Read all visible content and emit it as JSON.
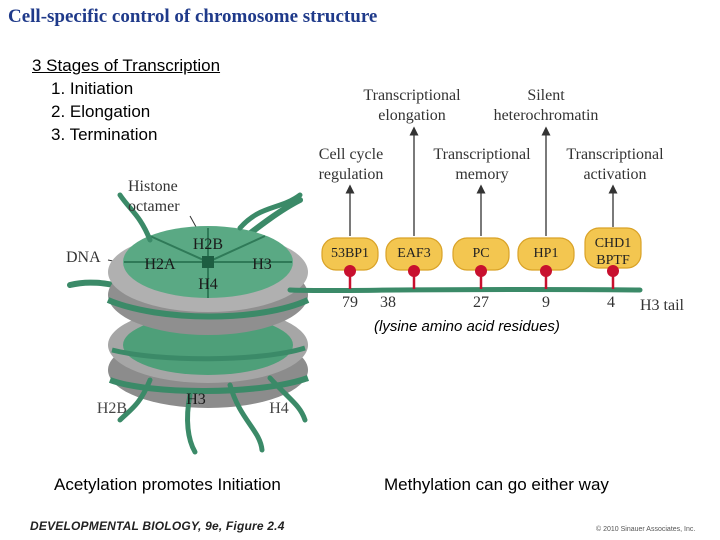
{
  "title": "Cell-specific control of chromosome structure",
  "stages": {
    "heading": "3 Stages of Transcription",
    "items": [
      "1. Initiation",
      "2. Elongation",
      "3. Termination"
    ]
  },
  "diagram": {
    "histone_octamer_label": [
      "Histone",
      "octamer"
    ],
    "dna_label": "DNA",
    "top_subunits": [
      "H2B",
      "H2A",
      "H3",
      "H4"
    ],
    "bottom_subunits": [
      "H2B",
      "H3",
      "H4"
    ],
    "tail_label": "H3 tail",
    "functions_top": [
      {
        "lines": [
          "Transcriptional",
          "elongation"
        ]
      },
      {
        "lines": [
          "Silent",
          "heterochromatin"
        ]
      }
    ],
    "functions_mid": [
      {
        "lines": [
          "Cell cycle",
          "regulation"
        ]
      },
      {
        "lines": [
          "Transcriptional",
          "memory"
        ]
      },
      {
        "lines": [
          "Transcriptional",
          "activation"
        ]
      }
    ],
    "readers": [
      {
        "label": [
          "53BP1"
        ],
        "residue": "79"
      },
      {
        "label": [
          "EAF3"
        ],
        "residue": "38"
      },
      {
        "label": [
          "PC"
        ],
        "residue": "27"
      },
      {
        "label": [
          "HP1"
        ],
        "residue": "9"
      },
      {
        "label": [
          "CHD1",
          "BPTF"
        ],
        "residue": "4"
      }
    ],
    "residue_note": "(lysine amino acid residues)"
  },
  "captions": {
    "left": "Acetylation promotes Initiation",
    "right": "Methylation can go either way"
  },
  "footer": "DEVELOPMENTAL BIOLOGY, 9e, Figure 2.4",
  "copyright": "© 2010 Sinauer Associates, Inc.",
  "colors": {
    "title": "#1f3a8a",
    "histone_green": "#3f9a72",
    "dna_green": "#3b8a68",
    "disc_gray": "#9a9a9a",
    "reader_yellow": "#f3c650",
    "mark_red": "#c8102e"
  }
}
